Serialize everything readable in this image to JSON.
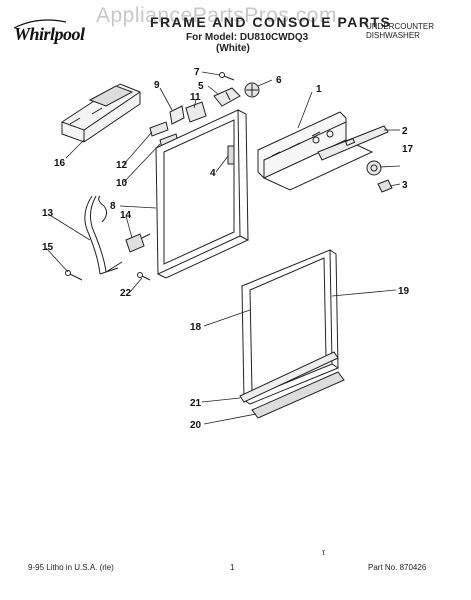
{
  "header": {
    "brand": "Whirlpool",
    "watermark": "AppliancePartsPros.com",
    "title": "FRAME AND CONSOLE PARTS",
    "model_line": "For Model: DU810CWDQ3",
    "variant": "(White)",
    "product_type_line1": "UNDERCOUNTER",
    "product_type_line2": "DISHWASHER"
  },
  "callouts": [
    "1",
    "2",
    "3",
    "4",
    "5",
    "6",
    "7",
    "8",
    "9",
    "10",
    "11",
    "12",
    "13",
    "14",
    "15",
    "16",
    "17",
    "18",
    "19",
    "20",
    "21",
    "22"
  ],
  "footer": {
    "left": "9-95 Litho in U.S.A. (rle)",
    "page": "1",
    "part_no": "Part No. 870426",
    "mark": "τ"
  },
  "colors": {
    "line": "#222222",
    "watermark": "#c8c8c8"
  },
  "icons": [
    "whirlpool-logo"
  ]
}
